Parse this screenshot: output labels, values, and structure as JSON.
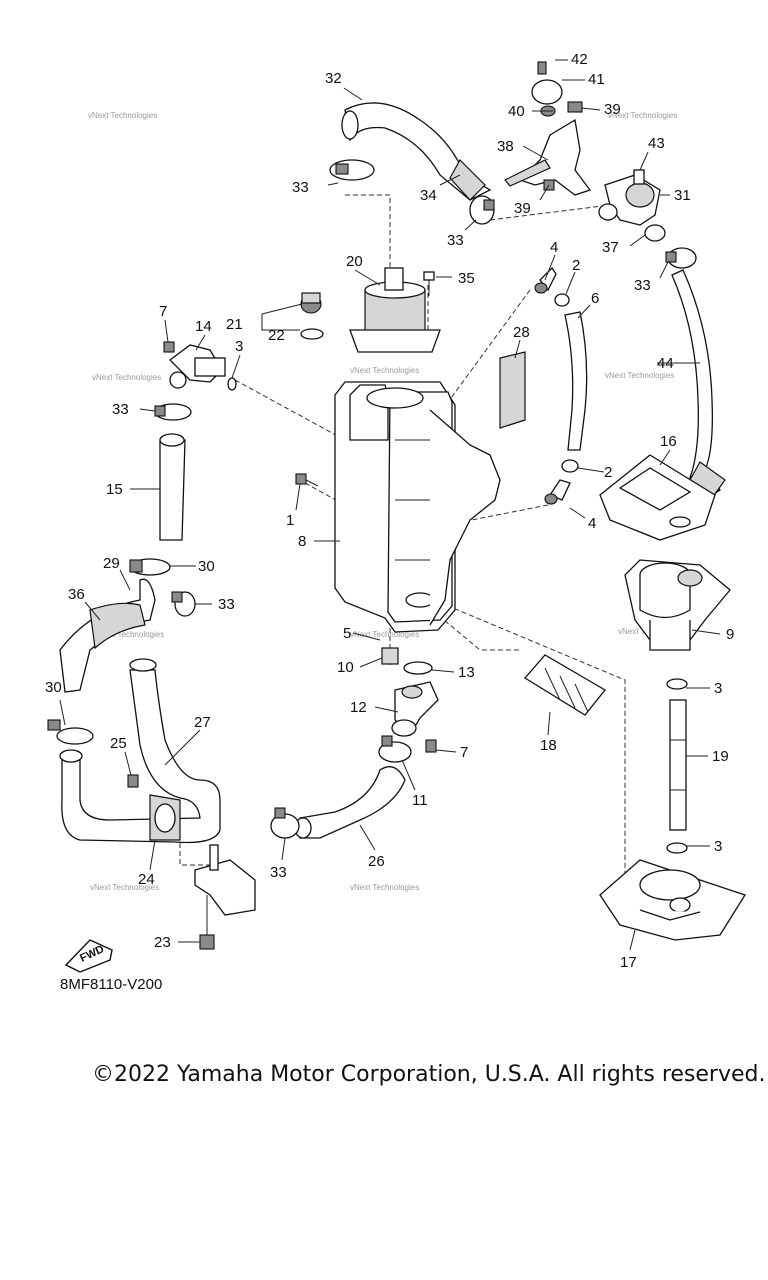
{
  "diagram": {
    "code": "8MF8110-V200",
    "fwd_label": "FWD",
    "watermark": "vNext Technologies",
    "labels": {
      "l42": "42",
      "l41": "41",
      "l40": "40",
      "l39a": "39",
      "l39b": "39",
      "l38": "38",
      "l43": "43",
      "l31": "31",
      "l37": "37",
      "l33a": "33",
      "l32": "32",
      "l33b": "33",
      "l34": "34",
      "l33c": "33",
      "l4a": "4",
      "l2a": "2",
      "l6": "6",
      "l20": "20",
      "l35": "35",
      "l21": "21",
      "l22": "22",
      "l28": "28",
      "l44": "44",
      "l7a": "7",
      "l14": "14",
      "l3a": "3",
      "l33d": "33",
      "l15": "15",
      "l1": "1",
      "l8": "8",
      "l2b": "2",
      "l16": "16",
      "l4b": "4",
      "l29": "29",
      "l30a": "30",
      "l36": "36",
      "l33e": "33",
      "l9": "9",
      "l5": "5",
      "l10": "10",
      "l13": "13",
      "l30b": "30",
      "l3b": "3",
      "l12": "12",
      "l27": "27",
      "l25": "25",
      "l7b": "7",
      "l18": "18",
      "l19": "19",
      "l11": "11",
      "l33f": "33",
      "l26": "26",
      "l24": "24",
      "l3c": "3",
      "l23": "23",
      "l17": "17"
    }
  },
  "footer": {
    "copyright": "©2022 Yamaha Motor Corporation, U.S.A. All rights reserved."
  }
}
